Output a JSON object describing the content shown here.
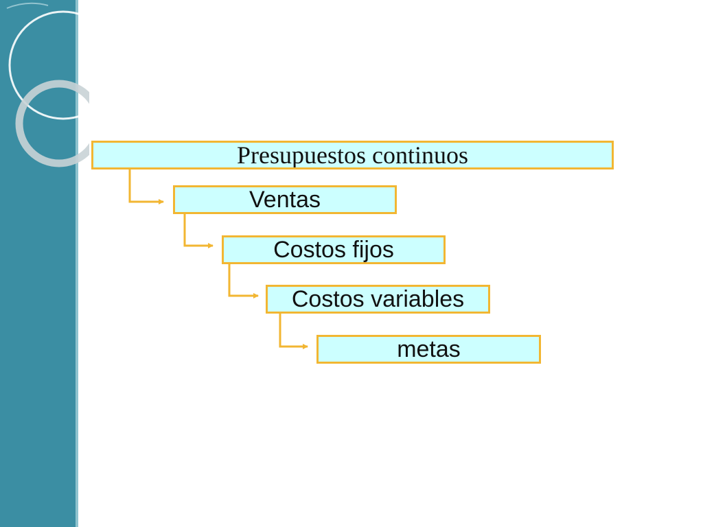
{
  "theme": {
    "side_band_color": "#3b8ea3",
    "box_fill": "#ccffff",
    "box_border": "#f2b632",
    "connector_color": "#f2b632"
  },
  "diagram": {
    "nodes": [
      {
        "id": "presupuestos-continuos",
        "label": "Presupuestos continuos",
        "level": 0
      },
      {
        "id": "ventas",
        "label": "Ventas",
        "level": 1
      },
      {
        "id": "costos-fijos",
        "label": "Costos fijos",
        "level": 2
      },
      {
        "id": "costos-variables",
        "label": "Costos variables",
        "level": 3
      },
      {
        "id": "metas",
        "label": "metas",
        "level": 4
      }
    ],
    "edges": [
      {
        "from": "presupuestos-continuos",
        "to": "ventas"
      },
      {
        "from": "ventas",
        "to": "costos-fijos"
      },
      {
        "from": "costos-fijos",
        "to": "costos-variables"
      },
      {
        "from": "costos-variables",
        "to": "metas"
      }
    ]
  }
}
